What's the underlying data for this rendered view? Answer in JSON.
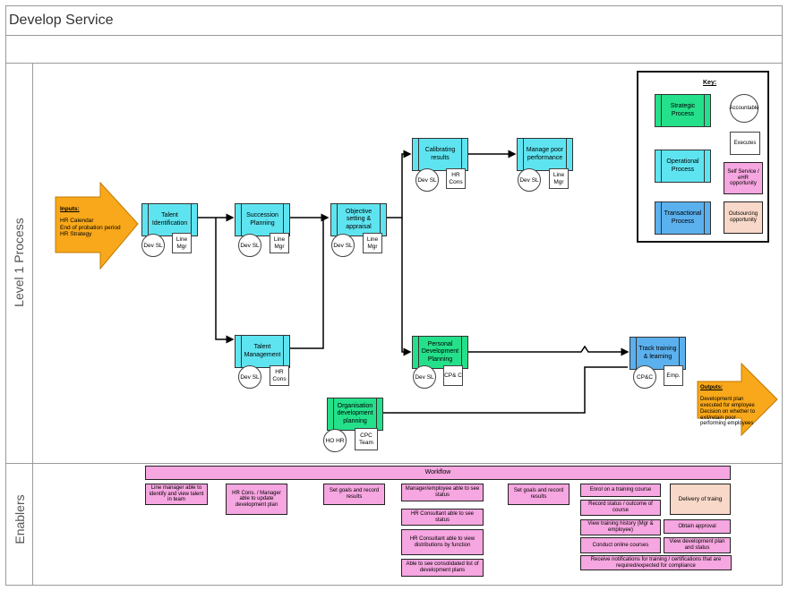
{
  "title": "Develop Service",
  "lanes": {
    "level1": "Level 1 Process",
    "enablers": "Enablers"
  },
  "inputs": {
    "heading": "Inputs:",
    "lines": [
      "HR Calendar",
      "End of probation period",
      "HR Strategy"
    ]
  },
  "outputs": {
    "heading": "Outputs:",
    "lines": [
      "Development plan executed for employee",
      "Decision on whether to exit/retain poor performing employees"
    ]
  },
  "processes": {
    "talent_identification": {
      "label": "Talent Identification",
      "actors": [
        "Dev SL",
        "Line Mgr"
      ]
    },
    "succession_planning": {
      "label": "Succession Planning",
      "actors": [
        "Dev SL",
        "Line Mgr"
      ]
    },
    "objective_setting": {
      "label": "Objective setting & appraisal",
      "actors": [
        "Dev SL",
        "Line Mgr"
      ]
    },
    "calibrating_results": {
      "label": "Calibrating results",
      "actors": [
        "Dev SL",
        "HR Cons"
      ]
    },
    "manage_poor_performance": {
      "label": "Manage poor performance",
      "actors": [
        "Dev SL",
        "Line Mgr"
      ]
    },
    "talent_management": {
      "label": "Talent Management",
      "actors": [
        "Dev SL",
        "HR Cons"
      ]
    },
    "personal_development_planning": {
      "label": "Personal Development Planning",
      "actors": [
        "Dev SL",
        "CP& C"
      ]
    },
    "track_training": {
      "label": "Track training & learning",
      "actors": [
        "CP&C",
        "Emp."
      ]
    },
    "organisation_development_planning": {
      "label": "Organisation development planning",
      "actors": [
        "HO HR",
        "CPC Team"
      ]
    }
  },
  "key": {
    "title": "Key:",
    "strategic": "Strategic Process",
    "operational": "Operational Process",
    "transactional": "Transactional Process",
    "accountable": "Accountable",
    "executes": "Executes",
    "self_service": "Self Service / eHR opportunity",
    "outsourcing": "Outsourcing opportunity"
  },
  "enablers": {
    "workflow": "Workflow",
    "line_manager": "Line manager able to identify and view talent in team",
    "hr_cons_manager": "HR Cons. / Manager able to update development plan",
    "set_goals_1": "Set goals and record results",
    "manager_employee_status": "Manager/employee able to see status",
    "hr_consultant_status": "HR Consultant able to see status",
    "hr_consultant_distributions": "HR Consultant able to view distributions by function",
    "consolidated_list": "Able to see consolidated list of development plans",
    "set_goals_2": "Set goals and record results",
    "enrol": "Enrol on a training course",
    "record_status": "Record status / outcome of course",
    "view_history": "View training history (Mgr & employee)",
    "conduct_online": "Conduct online courses",
    "receive_notifications": "Receive notifications for training / certifications that are required/expected for compliance",
    "delivery": "Delivery of traing",
    "obtain_approval": "Obtain approval",
    "view_dev_plan": "View development plan and status"
  },
  "colors": {
    "strategic": "#24e08a",
    "operational": "#5ee4f0",
    "transactional": "#5bb0ee",
    "self_service": "#f6a6e0",
    "outsourcing": "#f8d8c8",
    "arrow": "#f8a81a"
  }
}
